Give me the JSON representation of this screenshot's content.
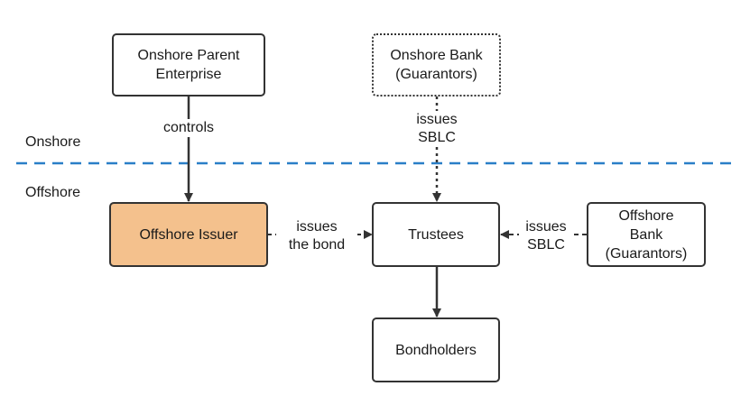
{
  "zones": {
    "onshore_label": "Onshore",
    "offshore_label": "Offshore"
  },
  "nodes": {
    "onshore_parent": "Onshore Parent\nEnterprise",
    "onshore_bank": "Onshore Bank\n(Guarantors)",
    "offshore_issuer": "Offshore Issuer",
    "trustees": "Trustees",
    "offshore_bank": "Offshore\nBank\n(Guarantors)",
    "bondholders": "Bondholders"
  },
  "edges": {
    "controls": "controls",
    "onshore_sblc": "issues\nSBLC",
    "issues_bond": "issues\nthe  bond",
    "offshore_sblc": "issues\nSBLC"
  },
  "colors": {
    "issuer_fill": "#f4c18d",
    "divider": "#2a7fc7",
    "stroke": "#333333"
  }
}
